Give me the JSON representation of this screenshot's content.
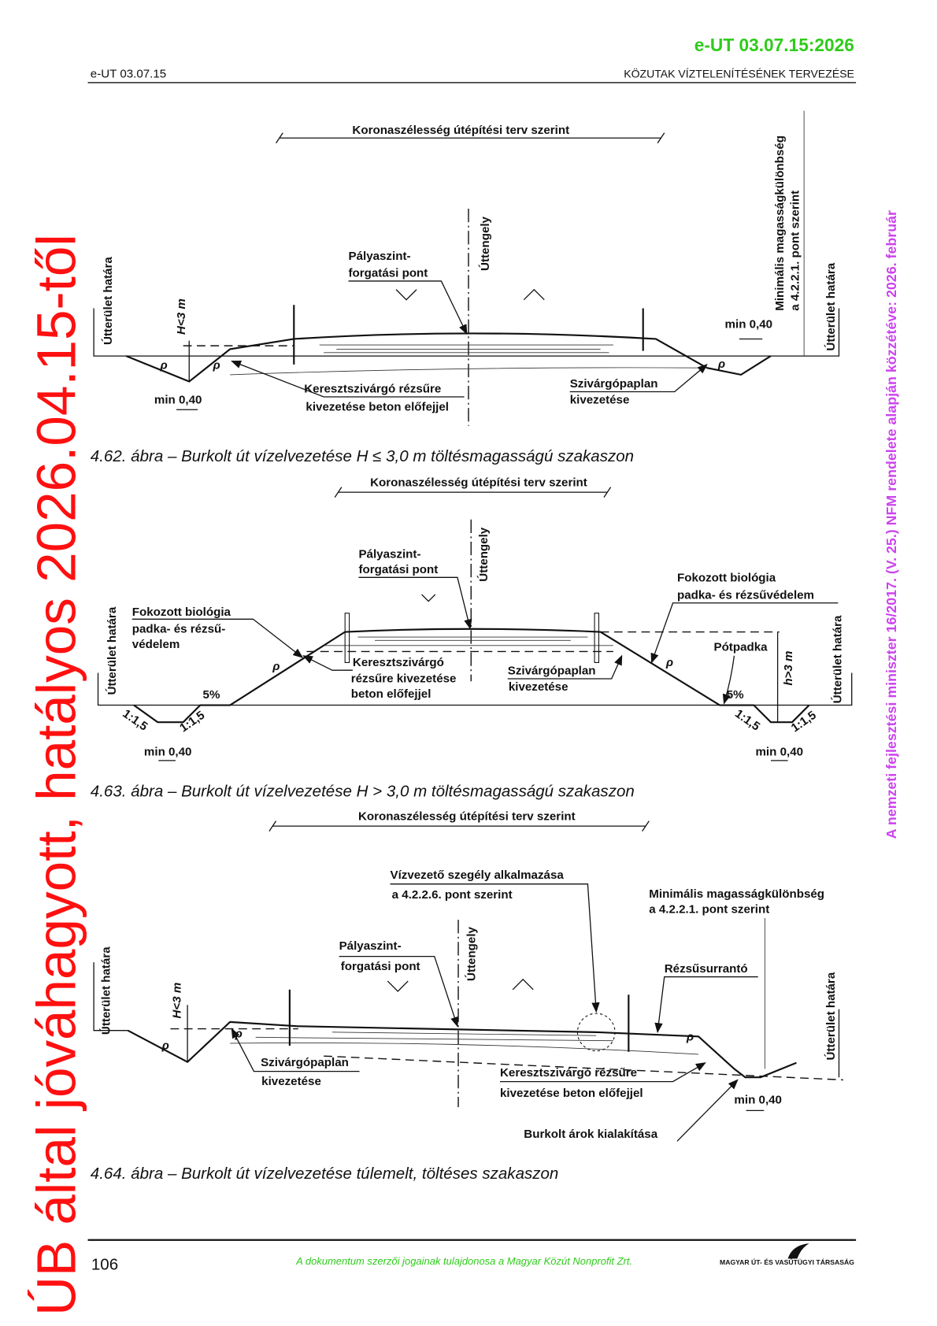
{
  "header": {
    "doc_code_green": "e-UT 03.07.15:2026",
    "doc_code": "e-UT 03.07.15",
    "section_title": "KÖZUTAK VÍZTELENÍTÉSÉNEK TERVEZÉSE"
  },
  "figure_462": {
    "crown_width": "Koronaszélesség útépítési terv szerint",
    "centerline": "Úttengely",
    "boundary_left": "Útterület határa",
    "boundary_right": "Útterület határa",
    "min_height_1": "Minimális magasságkülönbség",
    "min_height_2": "a 4.2.2.1. pont szerint",
    "rotation_1": "Pályaszint-",
    "rotation_2": "forgatási pont",
    "height": "H<3 m",
    "rho": "ρ",
    "min_left": "min 0,40",
    "min_right": "min 0,40",
    "cross_drain_1": "Keresztszivárgó rézsűre",
    "cross_drain_2": "kivezetése beton előfejjel",
    "mat_1": "Szivárgópaplan",
    "mat_2": "kivezetése",
    "caption": "4.62. ábra – Burkolt út vízelvezetése H ≤ 3,0 m töltésmagasságú szakaszon"
  },
  "figure_463": {
    "crown_width": "Koronaszélesség útépítési terv szerint",
    "centerline": "Úttengely",
    "boundary_left": "Útterület határa",
    "boundary_right": "Útterület határa",
    "rotation_1": "Pályaszint-",
    "rotation_2": "forgatási pont",
    "bio_left_1": "Fokozott biológia",
    "bio_left_2": "padka- és rézsű-",
    "bio_left_3": "védelem",
    "bio_right_1": "Fokozott biológia",
    "bio_right_2": "padka- és rézsűvédelem",
    "cross_drain_1": "Keresztszivárgó",
    "cross_drain_2": "rézsűre kivezetése",
    "cross_drain_3": "beton előfejjel",
    "mat_1": "Szivárgópaplan",
    "mat_2": "kivezetése",
    "berm": "Pótpadka",
    "height": "h>3 m",
    "slope": "5%",
    "ratio": "1:1,5",
    "rho": "ρ",
    "min_left": "min 0,40",
    "min_right": "min 0,40",
    "caption": "4.63. ábra – Burkolt út vízelvezetése H > 3,0 m töltésmagasságú szakaszon"
  },
  "figure_464": {
    "crown_width": "Koronaszélesség útépítési terv szerint",
    "centerline": "Úttengely",
    "boundary_left": "Útterület határa",
    "boundary_right": "Útterület határa",
    "curb_1": "Vízvezető szegély alkalmazása",
    "curb_2": "a 4.2.2.6. pont szerint",
    "min_height_1": "Minimális magasságkülönbség",
    "min_height_2": "a 4.2.2.1. pont szerint",
    "rotation_1": "Pályaszint-",
    "rotation_2": "forgatási pont",
    "chute": "Rézsűsurrantó",
    "height": "H<3 m",
    "rho": "ρ",
    "mat_1": "Szivárgópaplan",
    "mat_2": "kivezetése",
    "cross_drain_1": "Keresztszivárgó rézsűre",
    "cross_drain_2": "kivezetése beton előfejjel",
    "min_right": "min 0,40",
    "paved_ditch": "Burkolt árok kialakítása",
    "caption": "4.64. ábra – Burkolt út vízelvezetése túlemelt, töltéses szakaszon"
  },
  "footer": {
    "page_number": "106",
    "copyright": "A dokumentum szerzői jogainak tulajdonosa a Magyar Közút Nonprofit Zrt.",
    "logo_text": "MAGYAR ÚT- ÉS VASÚTÜGYI TÁRSASÁG"
  },
  "watermarks": {
    "approval": "ÚB által jóváhagyott, hatályos 2026.04.15-től",
    "publication": "A nemzeti fejlesztési miniszter 16/2017. (V. 25.) NFM rendelete alapján közzétéve: 2026. február"
  },
  "colors": {
    "green": "#2ecc1a",
    "red": "#ff1010",
    "purple": "#cc44ee"
  }
}
